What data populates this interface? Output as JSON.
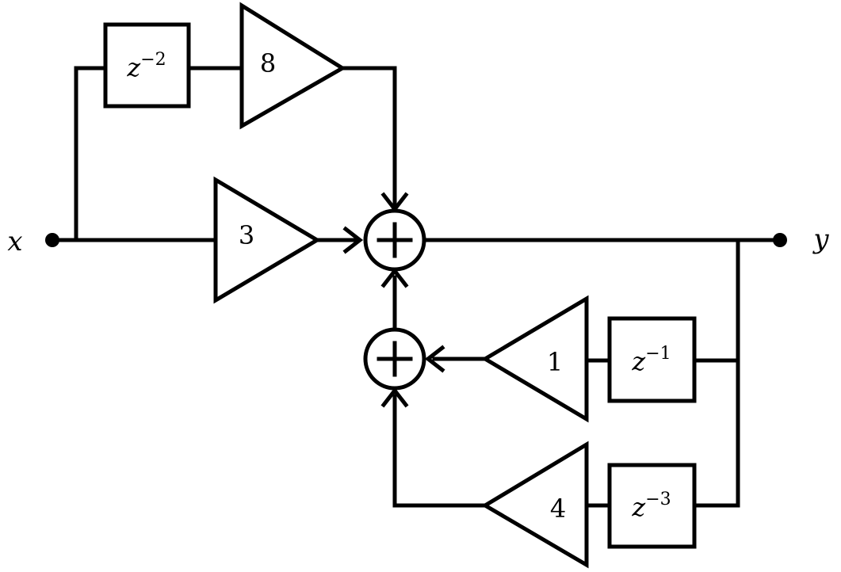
{
  "diagram": {
    "input_label": "x",
    "output_label": "y",
    "gains": {
      "feedforward_delayed": "8",
      "feedforward_direct": "3",
      "feedback_1": "1",
      "feedback_3": "4"
    },
    "delays": {
      "feedforward": {
        "base": "z",
        "exp": "−2"
      },
      "feedback_1": {
        "base": "z",
        "exp": "−1"
      },
      "feedback_3": {
        "base": "z",
        "exp": "−3"
      }
    },
    "adders": [
      "+",
      "+"
    ]
  }
}
